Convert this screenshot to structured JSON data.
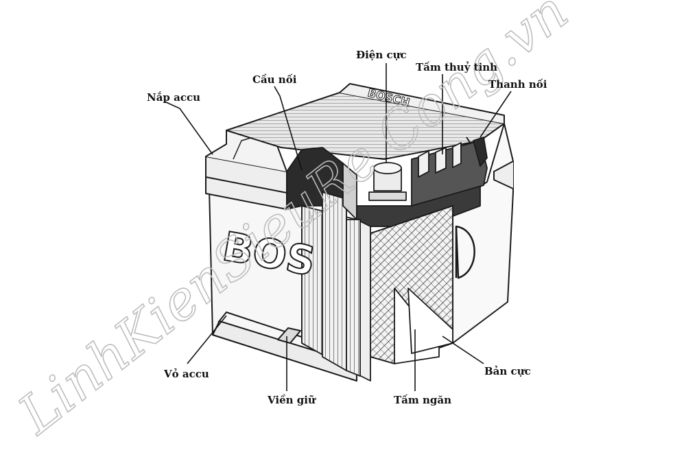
{
  "diagram": {
    "labels": {
      "nap_accu": "Nắp accu",
      "cau_noi": "Cầu nối",
      "dien_cuc": "Điện cực",
      "tam_thuy_tinh": "Tấm thuỷ tinh",
      "thanh_noi": "Thanh nối",
      "vo_accu": "Vỏ accu",
      "vien_giu": "Viền giữ",
      "tam_ngan": "Tấm ngăn",
      "ban_cuc": "Bản cực"
    },
    "brand_text": "BOSCH",
    "case_logo_text": "BOS",
    "watermark": "LinhKienSieuRe Cong.vn"
  },
  "colors": {
    "line": "#1a1a1a",
    "dark_fill": "#2b2b2b",
    "mid_fill": "#9a9a9a",
    "light_fill": "#e8e8e8",
    "watermark": "#bdbdbd"
  }
}
